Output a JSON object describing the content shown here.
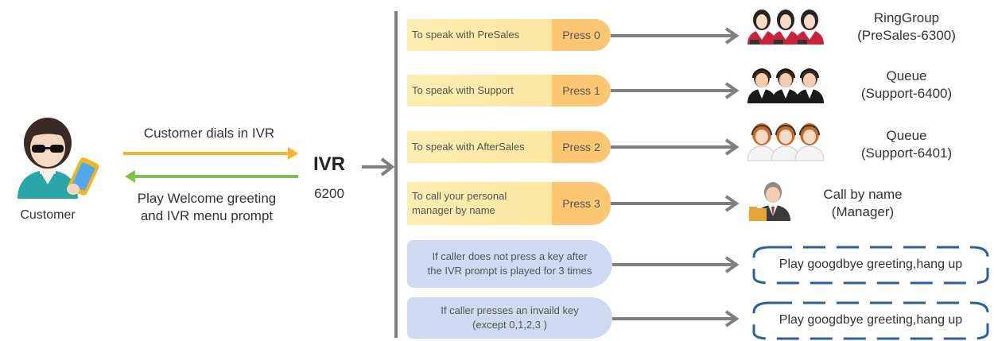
{
  "customer": {
    "label": "Customer"
  },
  "arrows": {
    "dial_label": "Customer dials in IVR",
    "prompt_label_line1": "Play Welcome greeting",
    "prompt_label_line2": "and IVR menu prompt"
  },
  "ivr": {
    "title": "IVR",
    "number": "6200"
  },
  "options": [
    {
      "text_line1": "To speak with PreSales",
      "text_line2": "",
      "press": "Press 0",
      "style": "yellow",
      "dest_line1": "RingGroup",
      "dest_line2": "(PreSales-6300)",
      "icon": "ring-group-agents-icon"
    },
    {
      "text_line1": "To speak with Support",
      "text_line2": "",
      "press": "Press 1",
      "style": "yellow",
      "dest_line1": "Queue",
      "dest_line2": "(Support-6400)",
      "icon": "support-queue-agents-icon"
    },
    {
      "text_line1": "To speak with AfterSales",
      "text_line2": "",
      "press": "Press 2",
      "style": "yellow",
      "dest_line1": "Queue",
      "dest_line2": "(Support-6401)",
      "icon": "aftersales-queue-agents-icon"
    },
    {
      "text_line1": "To call your personal",
      "text_line2": "manager by name",
      "press": "Press 3",
      "style": "yellow",
      "dest_line1": "Call by name",
      "dest_line2": "(Manager)",
      "icon": "manager-icon"
    },
    {
      "text_line1": "If caller does not press a key after",
      "text_line2": "the IVR prompt is played for 3 times",
      "press": "",
      "style": "blue",
      "dest_line1": "Play googdbye greeting,hang up",
      "dest_line2": "",
      "icon": ""
    },
    {
      "text_line1": "If caller presses an invaild key",
      "text_line2": "(except 0,1,2,3 )",
      "press": "",
      "style": "blue",
      "dest_line1": "Play googdbye greeting,hang up",
      "dest_line2": "",
      "icon": ""
    }
  ],
  "colors": {
    "dial_arrow": "#f5b327",
    "prompt_arrow": "#7dc24b",
    "connector": "#7f7f7f",
    "press_tab": "#fbc773",
    "dashed_border": "#2b5f9e"
  }
}
